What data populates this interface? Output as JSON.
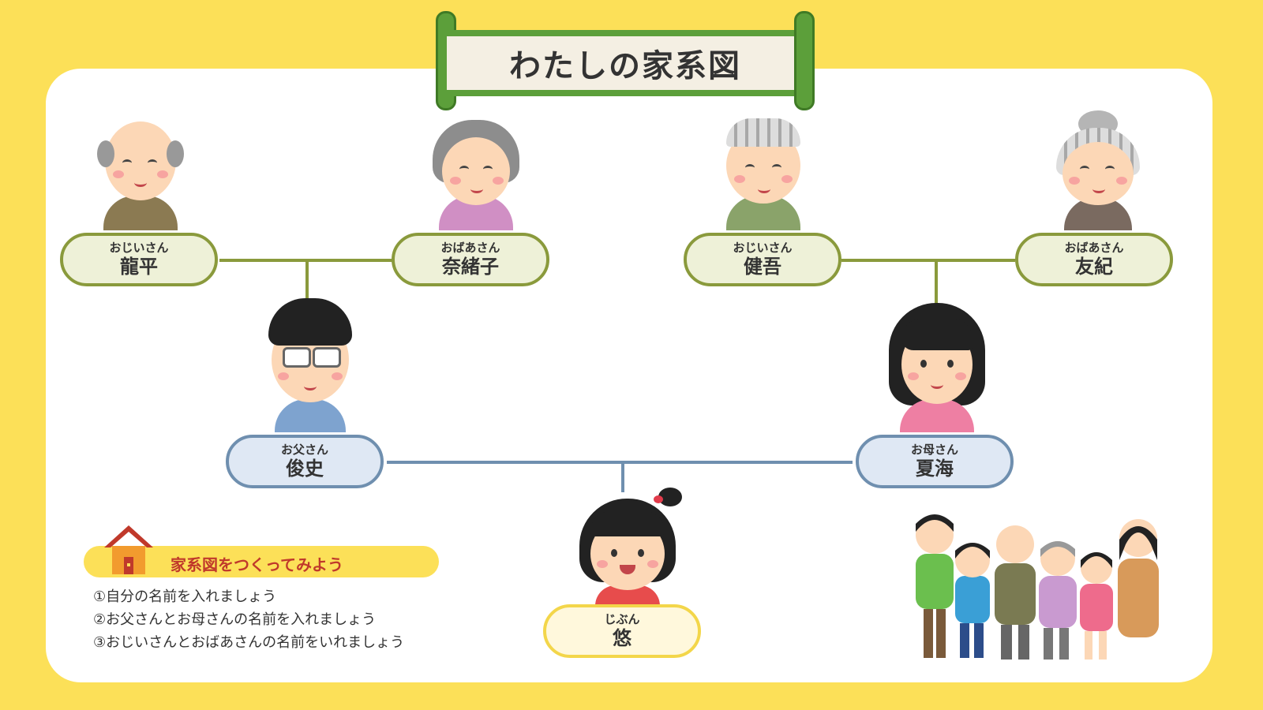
{
  "title": "わたしの家系図",
  "grandparents": [
    {
      "role": "おじいさん",
      "name": "龍平"
    },
    {
      "role": "おばあさん",
      "name": "奈緒子"
    },
    {
      "role": "おじいさん",
      "name": "健吾"
    },
    {
      "role": "おばあさん",
      "name": "友紀"
    }
  ],
  "father": {
    "role": "お父さん",
    "name": "俊史"
  },
  "mother": {
    "role": "お母さん",
    "name": "夏海"
  },
  "self": {
    "role": "じぶん",
    "name": "悠"
  },
  "instructions": {
    "title": "家系図をつくってみよう",
    "steps": [
      "①自分の名前を入れましょう",
      "②お父さんとお母さんの名前を入れましょう",
      "③おじいさんとおばあさんの名前をいれましょう"
    ]
  },
  "icons": [
    "house-icon"
  ],
  "colors": {
    "background": "#fce058",
    "grandparent_border": "#8a9a3c",
    "parent_border": "#6f8faf",
    "self_border": "#f3d64a",
    "instruction_title": "#c0392b"
  }
}
